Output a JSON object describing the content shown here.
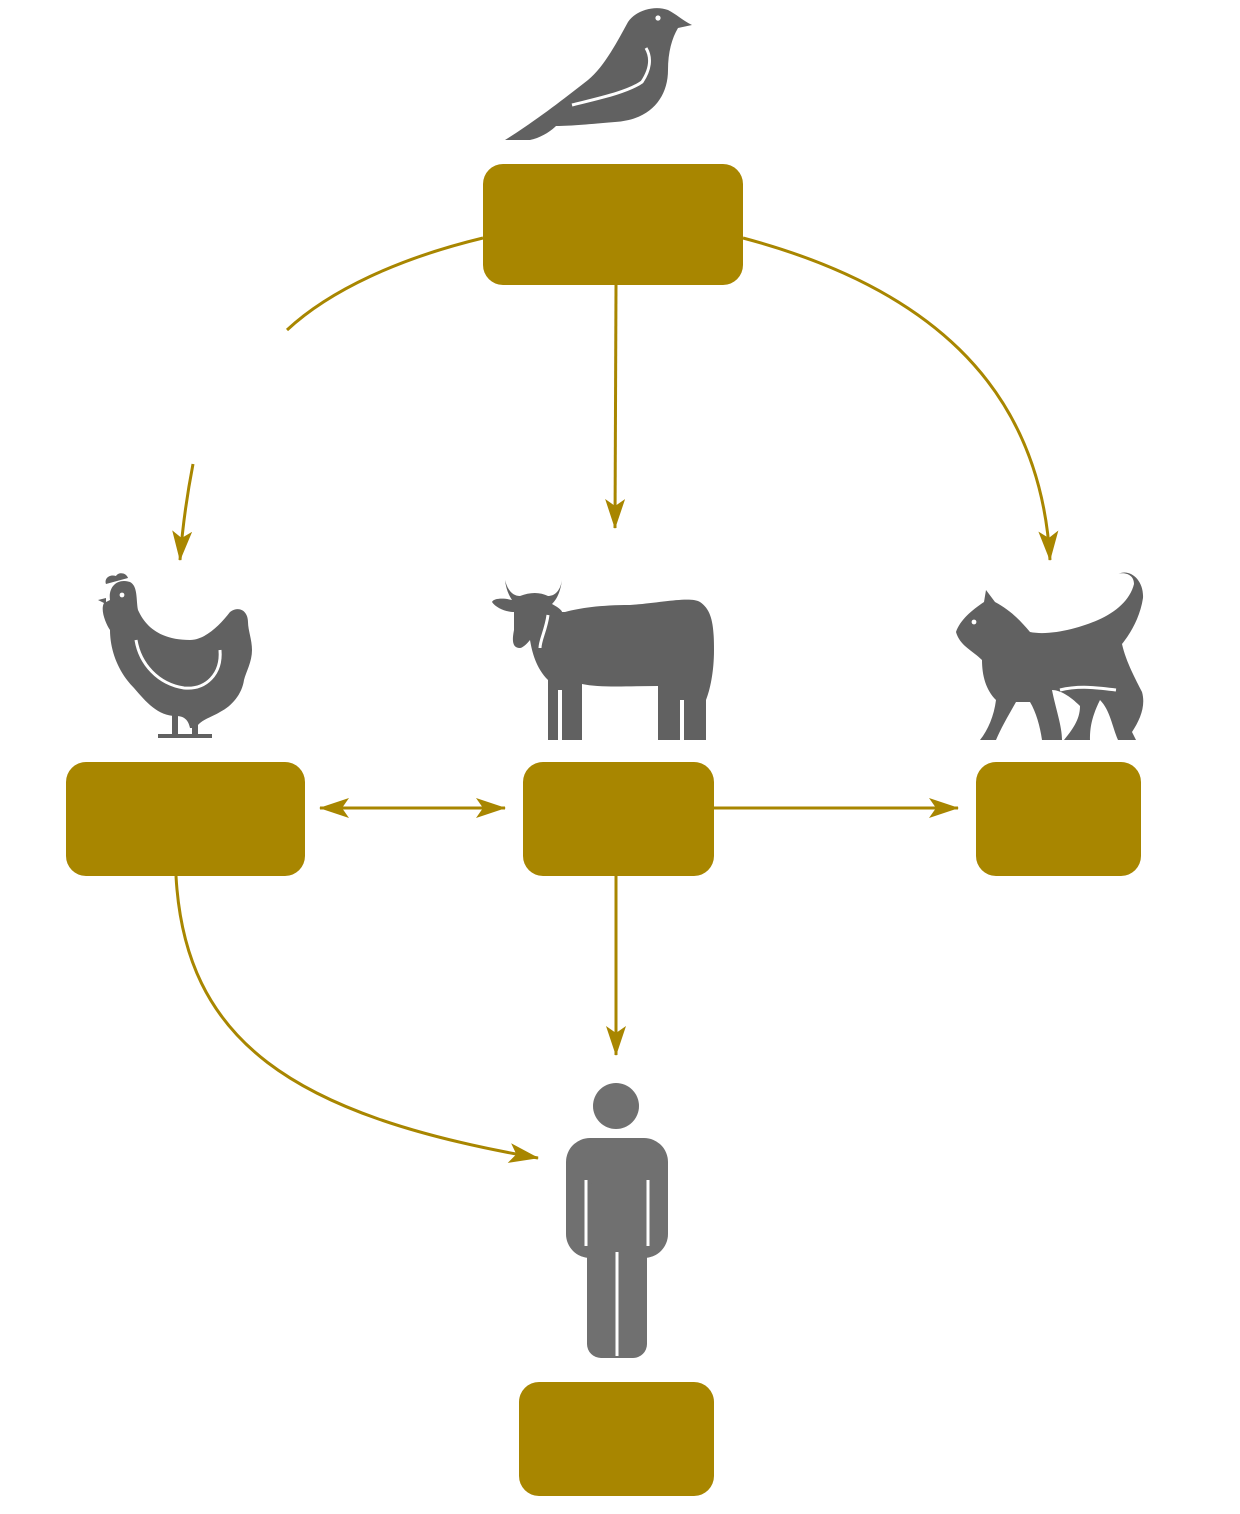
{
  "colors": {
    "background": "#ffffff",
    "box_fill": "#A88600",
    "arrow_stroke": "#A88600",
    "icon_fill": "#616161",
    "icon_fill_person": "#707070"
  },
  "nodes": {
    "bird": {
      "icon": "bird-icon",
      "label": ""
    },
    "chicken": {
      "icon": "chicken-icon",
      "label": ""
    },
    "cow": {
      "icon": "cow-icon",
      "label": ""
    },
    "cat": {
      "icon": "cat-icon",
      "label": ""
    },
    "human": {
      "icon": "person-icon",
      "label": ""
    }
  },
  "edges": [
    {
      "from": "bird",
      "to": "chicken",
      "style": "curved",
      "direction": "forward"
    },
    {
      "from": "bird",
      "to": "cow",
      "style": "straight",
      "direction": "forward"
    },
    {
      "from": "bird",
      "to": "cat",
      "style": "curved",
      "direction": "forward"
    },
    {
      "from": "chicken",
      "to": "cow",
      "style": "straight",
      "direction": "both"
    },
    {
      "from": "cow",
      "to": "cat",
      "style": "straight",
      "direction": "forward"
    },
    {
      "from": "cow",
      "to": "human",
      "style": "straight",
      "direction": "forward"
    },
    {
      "from": "chicken",
      "to": "human",
      "style": "curved",
      "direction": "forward"
    }
  ]
}
